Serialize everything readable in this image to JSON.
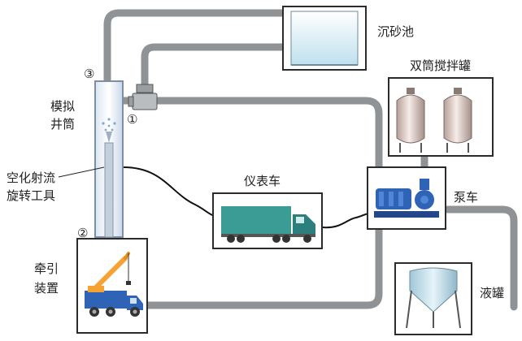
{
  "labels": {
    "sand_tank": "沉砂池",
    "mixing_tanks": "双筒搅拌罐",
    "wellbore_line1": "模拟",
    "wellbore_line2": "井筒",
    "tool_line1": "空化射流",
    "tool_line2": "旋转工具",
    "instrument_truck": "仪表车",
    "pump_truck": "泵车",
    "traction_line1": "牵引",
    "traction_line2": "装置",
    "liquid_tank": "液罐"
  },
  "markers": {
    "m1": "①",
    "m2": "②",
    "m3": "③"
  },
  "colors": {
    "pipe": "#8f9396",
    "box_stroke": "#2b2b2b",
    "truck_body": "#3b9c96",
    "cab": "#2c7f7c",
    "pump": "#2f63b5",
    "crane": "#f3a233",
    "tank_liquid": "#cfe6ef",
    "agitator": "#ead8d1"
  }
}
